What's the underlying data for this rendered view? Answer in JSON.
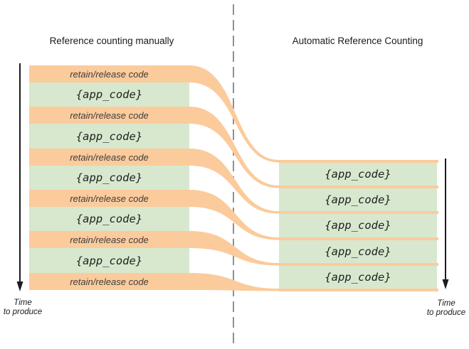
{
  "titles": {
    "left": "Reference counting manually",
    "right": "Automatic Reference Counting"
  },
  "left_panel": {
    "retain_labels": [
      "retain/release code",
      "retain/release code",
      "retain/release code",
      "retain/release code",
      "retain/release code",
      "retain/release code"
    ],
    "app_code_labels": [
      "{app_code}",
      "{app_code}",
      "{app_code}",
      "{app_code}",
      "{app_code}"
    ],
    "time_axis": {
      "line1": "Time",
      "line2": "to produce"
    }
  },
  "right_panel": {
    "app_code_labels": [
      "{app_code}",
      "{app_code}",
      "{app_code}",
      "{app_code}",
      "{app_code}"
    ],
    "time_axis": {
      "line1": "Time",
      "line2": "to produce"
    }
  },
  "colors": {
    "orange": "#FBCB9C",
    "green": "#D7E8CE",
    "divider": "#909090",
    "arrow": "#1C1C1C"
  }
}
